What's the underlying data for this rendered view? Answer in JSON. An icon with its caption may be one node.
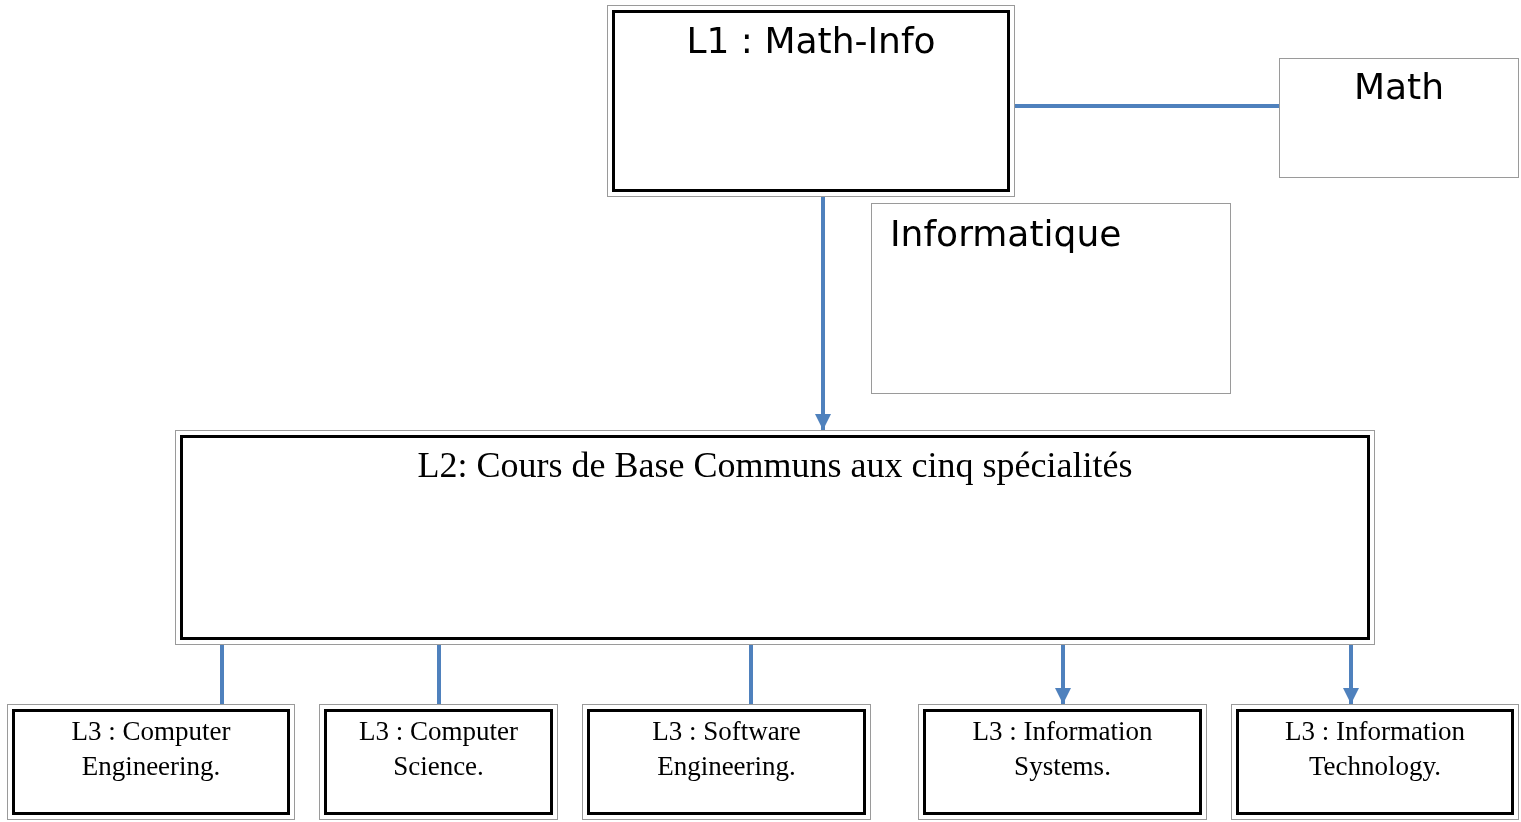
{
  "diagram": {
    "nodes": [
      {
        "text": [
          "L1 : Math-Info"
        ]
      },
      {
        "text": [
          "Math"
        ]
      },
      {
        "text": [
          "Informatique"
        ]
      },
      {
        "text": [
          "L2: Cours de Base Communs aux cinq  spécialités"
        ]
      },
      {
        "text": [
          "L3 : Computer Engineering."
        ]
      },
      {
        "text": [
          "L3 : Computer Science."
        ]
      },
      {
        "text": [
          "L3 : Software Engineering."
        ]
      },
      {
        "text": [
          "L3 : Information Systems."
        ]
      },
      {
        "text": [
          "L3 : Information Technology."
        ]
      }
    ],
    "edges": [
      {
        "from": 0,
        "to": 1,
        "arrow": "none"
      },
      {
        "from": 0,
        "to": 3,
        "arrow": "to"
      },
      {
        "from": 3,
        "to": 4,
        "arrow": "none"
      },
      {
        "from": 3,
        "to": 5,
        "arrow": "none"
      },
      {
        "from": 3,
        "to": 6,
        "arrow": "none"
      },
      {
        "from": 3,
        "to": 7,
        "arrow": "to"
      },
      {
        "from": 3,
        "to": 8,
        "arrow": "to"
      }
    ]
  }
}
